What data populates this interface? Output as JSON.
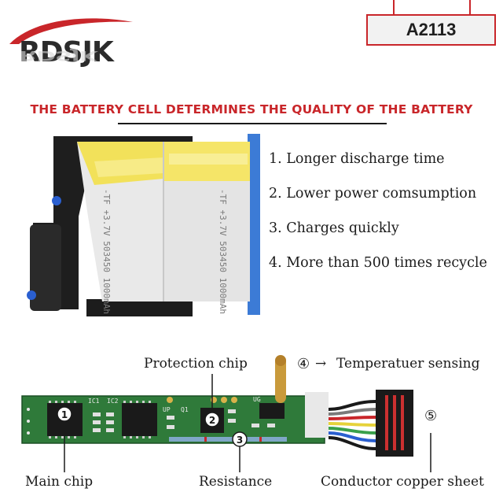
{
  "header": {
    "brand": "RDSJK",
    "model": "A2113"
  },
  "headline": "THE BATTERY CELL DETERMINES THE QUALITY OF THE BATTERY",
  "battery": {
    "cell_left_text": "-TF +3.7V 503450 1000mAh",
    "cell_right_text": "-TF +3.7V 503450 1000mAh"
  },
  "features": [
    "1. Longer discharge time",
    "2. Lower power comsumption",
    "3. Charges quickly",
    "4. More than 500 times recycle"
  ],
  "pcb": {
    "labels": {
      "protection_chip": "Protection chip",
      "temperature_num": "④",
      "temperature_arrow": "→",
      "temperature": "Temperatuer sensing",
      "connector_num": "⑤",
      "main_chip": "Main chip",
      "resistance": "Resistance",
      "conductor": "Conductor copper sheet"
    },
    "markers": [
      "1",
      "2",
      "3"
    ],
    "silkscreen": [
      "IC1",
      "IC2",
      "UP",
      "Q1",
      "UG"
    ]
  },
  "colors": {
    "accent": "#c9262a",
    "pcb_green": "#2f7a3a",
    "cell_yellow": "#f2e15a"
  }
}
